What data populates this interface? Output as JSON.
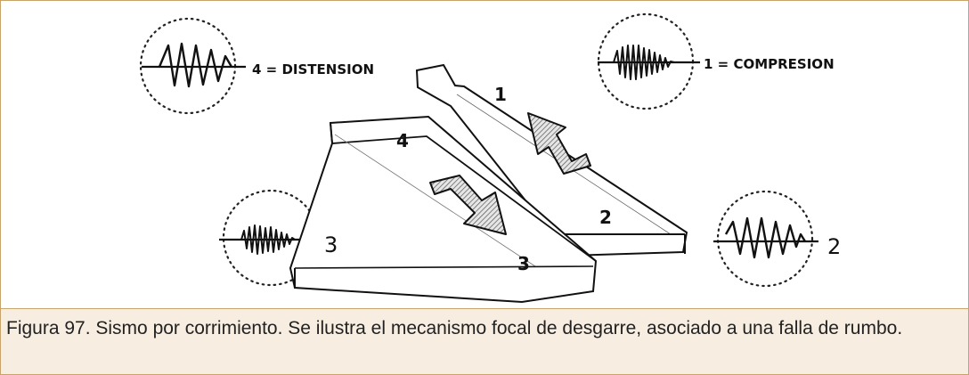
{
  "figure": {
    "labels": {
      "top_left": "4 = DISTENSION",
      "top_right": "1 = COMPRESION",
      "bottom_left": "3",
      "bottom_right": "2",
      "block_1": "1",
      "block_2": "2",
      "block_3": "3",
      "block_4": "4"
    }
  },
  "caption": "Figura 97. Sismo por corrimiento. Se ilustra el mecanismo focal de desgarre, asociado a una falla de rumbo."
}
